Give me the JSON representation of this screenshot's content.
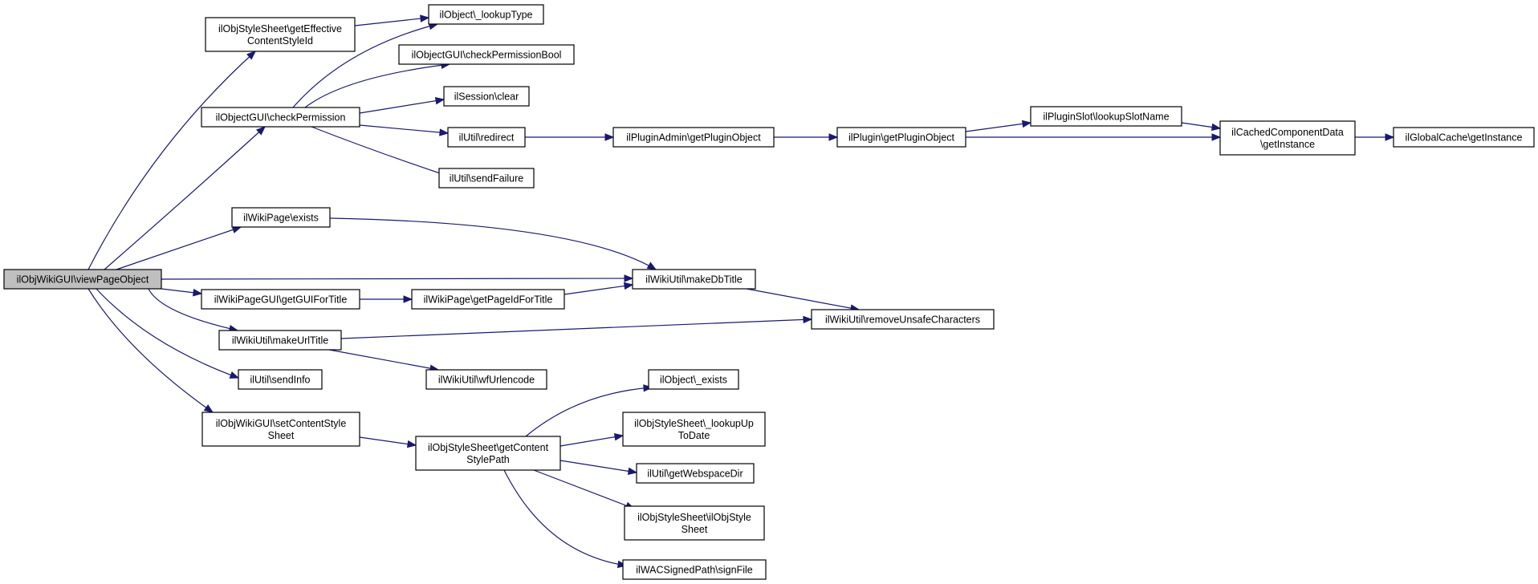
{
  "graph": {
    "nodes": [
      {
        "id": "root",
        "lines": [
          "ilObjWikiGUI\\viewPageObject"
        ],
        "highlight": true
      },
      {
        "id": "effstyle",
        "lines": [
          "ilObjStyleSheet\\getEffective",
          "ContentStyleId"
        ]
      },
      {
        "id": "lookuptype",
        "lines": [
          "ilObject\\_lookupType"
        ]
      },
      {
        "id": "checkpermbool",
        "lines": [
          "ilObjectGUI\\checkPermissionBool"
        ]
      },
      {
        "id": "checkperm",
        "lines": [
          "ilObjectGUI\\checkPermission"
        ]
      },
      {
        "id": "sessclear",
        "lines": [
          "ilSession\\clear"
        ]
      },
      {
        "id": "redirect",
        "lines": [
          "ilUtil\\redirect"
        ]
      },
      {
        "id": "sendfailure",
        "lines": [
          "ilUtil\\sendFailure"
        ]
      },
      {
        "id": "pluginadmin",
        "lines": [
          "ilPluginAdmin\\getPluginObject"
        ]
      },
      {
        "id": "plugin",
        "lines": [
          "ilPlugin\\getPluginObject"
        ]
      },
      {
        "id": "pluginslot",
        "lines": [
          "ilPluginSlot\\lookupSlotName"
        ]
      },
      {
        "id": "cached",
        "lines": [
          "ilCachedComponentData",
          "\\getInstance"
        ]
      },
      {
        "id": "globalcache",
        "lines": [
          "ilGlobalCache\\getInstance"
        ]
      },
      {
        "id": "wikiexists",
        "lines": [
          "ilWikiPage\\exists"
        ]
      },
      {
        "id": "makedbtitle",
        "lines": [
          "ilWikiUtil\\makeDbTitle"
        ]
      },
      {
        "id": "removeunsafe",
        "lines": [
          "ilWikiUtil\\removeUnsafeCharacters"
        ]
      },
      {
        "id": "getguifortitle",
        "lines": [
          "ilWikiPageGUI\\getGUIForTitle"
        ]
      },
      {
        "id": "getpageid",
        "lines": [
          "ilWikiPage\\getPageIdForTitle"
        ]
      },
      {
        "id": "makeurltitle",
        "lines": [
          "ilWikiUtil\\makeUrlTitle"
        ]
      },
      {
        "id": "wfurlencode",
        "lines": [
          "ilWikiUtil\\wfUrlencode"
        ]
      },
      {
        "id": "sendinfo",
        "lines": [
          "ilUtil\\sendInfo"
        ]
      },
      {
        "id": "setcontentstyle",
        "lines": [
          "ilObjWikiGUI\\setContentStyle",
          "Sheet"
        ]
      },
      {
        "id": "getcontentstylepath",
        "lines": [
          "ilObjStyleSheet\\getContent",
          "StylePath"
        ]
      },
      {
        "id": "objexists",
        "lines": [
          "ilObject\\_exists"
        ]
      },
      {
        "id": "lookupuptodate",
        "lines": [
          "ilObjStyleSheet\\_lookupUp",
          "ToDate"
        ]
      },
      {
        "id": "webspacedir",
        "lines": [
          "ilUtil\\getWebspaceDir"
        ]
      },
      {
        "id": "ctor",
        "lines": [
          "ilObjStyleSheet\\ilObjStyle",
          "Sheet"
        ]
      },
      {
        "id": "signfile",
        "lines": [
          "ilWACSignedPath\\signFile"
        ]
      }
    ],
    "edges": [
      {
        "from": "root",
        "to": "effstyle"
      },
      {
        "from": "root",
        "to": "checkperm"
      },
      {
        "from": "root",
        "to": "wikiexists"
      },
      {
        "from": "root",
        "to": "makedbtitle"
      },
      {
        "from": "root",
        "to": "getguifortitle"
      },
      {
        "from": "root",
        "to": "makeurltitle"
      },
      {
        "from": "root",
        "to": "sendinfo"
      },
      {
        "from": "root",
        "to": "setcontentstyle"
      },
      {
        "from": "effstyle",
        "to": "lookuptype"
      },
      {
        "from": "checkperm",
        "to": "lookuptype"
      },
      {
        "from": "checkperm",
        "to": "checkpermbool"
      },
      {
        "from": "checkperm",
        "to": "sessclear"
      },
      {
        "from": "checkperm",
        "to": "redirect"
      },
      {
        "from": "checkperm",
        "to": "sendfailure"
      },
      {
        "from": "redirect",
        "to": "pluginadmin"
      },
      {
        "from": "pluginadmin",
        "to": "plugin"
      },
      {
        "from": "plugin",
        "to": "pluginslot"
      },
      {
        "from": "plugin",
        "to": "cached"
      },
      {
        "from": "pluginslot",
        "to": "cached"
      },
      {
        "from": "cached",
        "to": "globalcache"
      },
      {
        "from": "wikiexists",
        "to": "makedbtitle"
      },
      {
        "from": "getguifortitle",
        "to": "getpageid"
      },
      {
        "from": "getpageid",
        "to": "makedbtitle"
      },
      {
        "from": "makedbtitle",
        "to": "removeunsafe"
      },
      {
        "from": "makeurltitle",
        "to": "removeunsafe"
      },
      {
        "from": "makeurltitle",
        "to": "wfurlencode"
      },
      {
        "from": "setcontentstyle",
        "to": "getcontentstylepath"
      },
      {
        "from": "getcontentstylepath",
        "to": "objexists"
      },
      {
        "from": "getcontentstylepath",
        "to": "lookupuptodate"
      },
      {
        "from": "getcontentstylepath",
        "to": "webspacedir"
      },
      {
        "from": "getcontentstylepath",
        "to": "ctor"
      },
      {
        "from": "getcontentstylepath",
        "to": "signfile"
      }
    ]
  }
}
